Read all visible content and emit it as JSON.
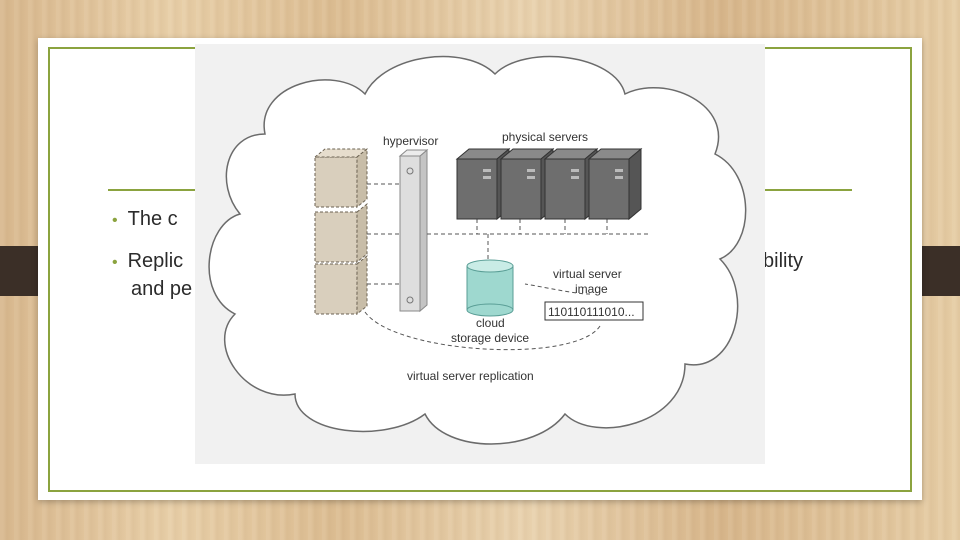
{
  "slide": {
    "bullets": [
      {
        "text_visible": "The c"
      },
      {
        "text_visible": "Replic",
        "tail_visible": "ilability",
        "continuation_visible": "and pe"
      }
    ]
  },
  "figure": {
    "labels": {
      "hypervisor": "hypervisor",
      "physical_servers": "physical servers",
      "virtual_server_image_1": "virtual server",
      "virtual_server_image_2": "image",
      "binary": "110110111010...",
      "cloud_1": "cloud",
      "cloud_2": "storage device",
      "replication": "virtual server replication"
    }
  }
}
